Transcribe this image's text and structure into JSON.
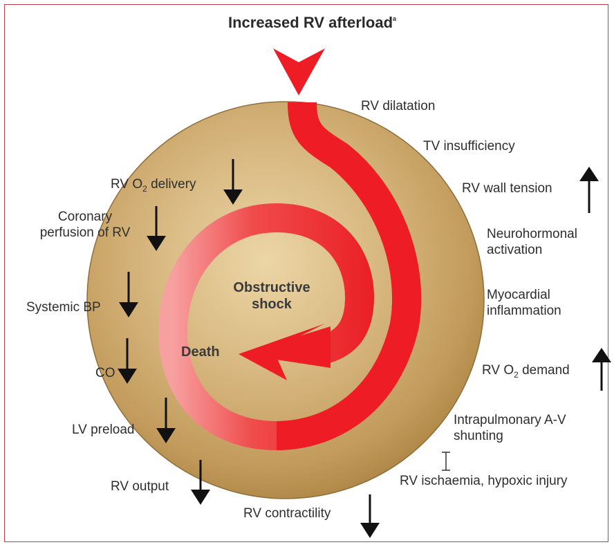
{
  "title": {
    "text": "Increased RV afterload",
    "superscript": "a"
  },
  "center": {
    "line1": "Obstructive",
    "line2": "shock",
    "end": "Death"
  },
  "right_labels": {
    "rv_dilatation": "RV dilatation",
    "tv_insufficiency": "TV insufficiency",
    "rv_wall_tension": "RV wall tension",
    "neurohormonal_1": "Neurohormonal",
    "neurohormonal_2": "activation",
    "myocardial_1": "Myocardial",
    "myocardial_2": "inflammation",
    "rv_o2_demand_pre": "RV O",
    "rv_o2_demand_sub": "2",
    "rv_o2_demand_post": " demand",
    "intrapulmonary_1": "Intrapulmonary A-V",
    "intrapulmonary_2": "shunting",
    "rv_ischaemia": "RV ischaemia, hypoxic injury"
  },
  "left_labels": {
    "rv_o2_delivery_pre": "RV O",
    "rv_o2_delivery_sub": "2",
    "rv_o2_delivery_post": " delivery",
    "coronary_1": "Coronary",
    "coronary_2": "perfusion of RV",
    "systemic_bp": "Systemic BP",
    "co": "CO",
    "lv_preload": "LV preload",
    "rv_output": "RV output",
    "rv_contractility": "RV contractility"
  },
  "colors": {
    "disc": "#c9a66b",
    "spiral": "#ee1c24",
    "arrow": "#111111",
    "frame": "#c23a4a"
  },
  "arrows": {
    "up": [
      "rv_wall_tension",
      "rv_o2_demand"
    ],
    "down": [
      "rv_o2_delivery",
      "coronary_perfusion",
      "systemic_bp",
      "co",
      "lv_preload",
      "rv_output",
      "rv_contractility"
    ]
  }
}
